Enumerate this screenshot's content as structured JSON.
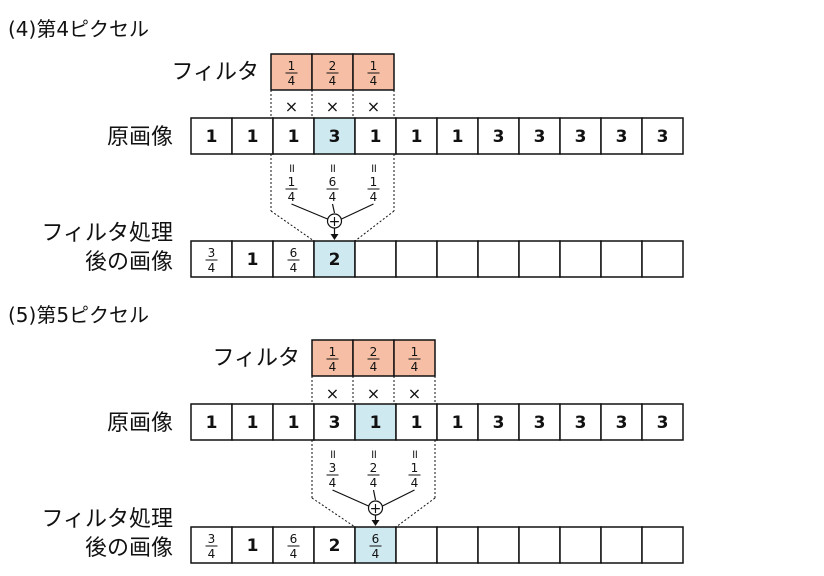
{
  "colors": {
    "filter_fill": "#f6bfa5",
    "highlight_fill": "#cfe9f1",
    "line": "#111111"
  },
  "sections": [
    {
      "heading": "(4)第4ピクセル",
      "filter_label": "フィルタ",
      "filter_values": [
        {
          "num": "1",
          "den": "4"
        },
        {
          "num": "2",
          "den": "4"
        },
        {
          "num": "1",
          "den": "4"
        }
      ],
      "multiply_symbol": "×",
      "original_label": "原画像",
      "original_values": [
        "1",
        "1",
        "1",
        "3",
        "1",
        "1",
        "1",
        "3",
        "3",
        "3",
        "3",
        "3"
      ],
      "highlight_index": 3,
      "equals_symbol": "॥",
      "products": [
        {
          "num": "1",
          "den": "4"
        },
        {
          "num": "6",
          "den": "4"
        },
        {
          "num": "1",
          "den": "4"
        }
      ],
      "sum_symbol": "+",
      "result_label_line1": "フィルタ処理",
      "result_label_line2": "後の画像",
      "result_values": [
        {
          "num": "3",
          "den": "4"
        },
        {
          "value": "1"
        },
        {
          "num": "6",
          "den": "4"
        },
        {
          "value": "2"
        },
        {},
        {},
        {},
        {},
        {},
        {},
        {},
        {}
      ]
    },
    {
      "heading": "(5)第5ピクセル",
      "filter_label": "フィルタ",
      "filter_values": [
        {
          "num": "1",
          "den": "4"
        },
        {
          "num": "2",
          "den": "4"
        },
        {
          "num": "1",
          "den": "4"
        }
      ],
      "multiply_symbol": "×",
      "original_label": "原画像",
      "original_values": [
        "1",
        "1",
        "1",
        "3",
        "1",
        "1",
        "1",
        "3",
        "3",
        "3",
        "3",
        "3"
      ],
      "highlight_index": 4,
      "equals_symbol": "॥",
      "products": [
        {
          "num": "3",
          "den": "4"
        },
        {
          "num": "2",
          "den": "4"
        },
        {
          "num": "1",
          "den": "4"
        }
      ],
      "sum_symbol": "+",
      "result_label_line1": "フィルタ処理",
      "result_label_line2": "後の画像",
      "result_values": [
        {
          "num": "3",
          "den": "4"
        },
        {
          "value": "1"
        },
        {
          "num": "6",
          "den": "4"
        },
        {
          "value": "2"
        },
        {
          "num": "6",
          "den": "4"
        },
        {},
        {},
        {},
        {},
        {},
        {},
        {}
      ]
    }
  ]
}
